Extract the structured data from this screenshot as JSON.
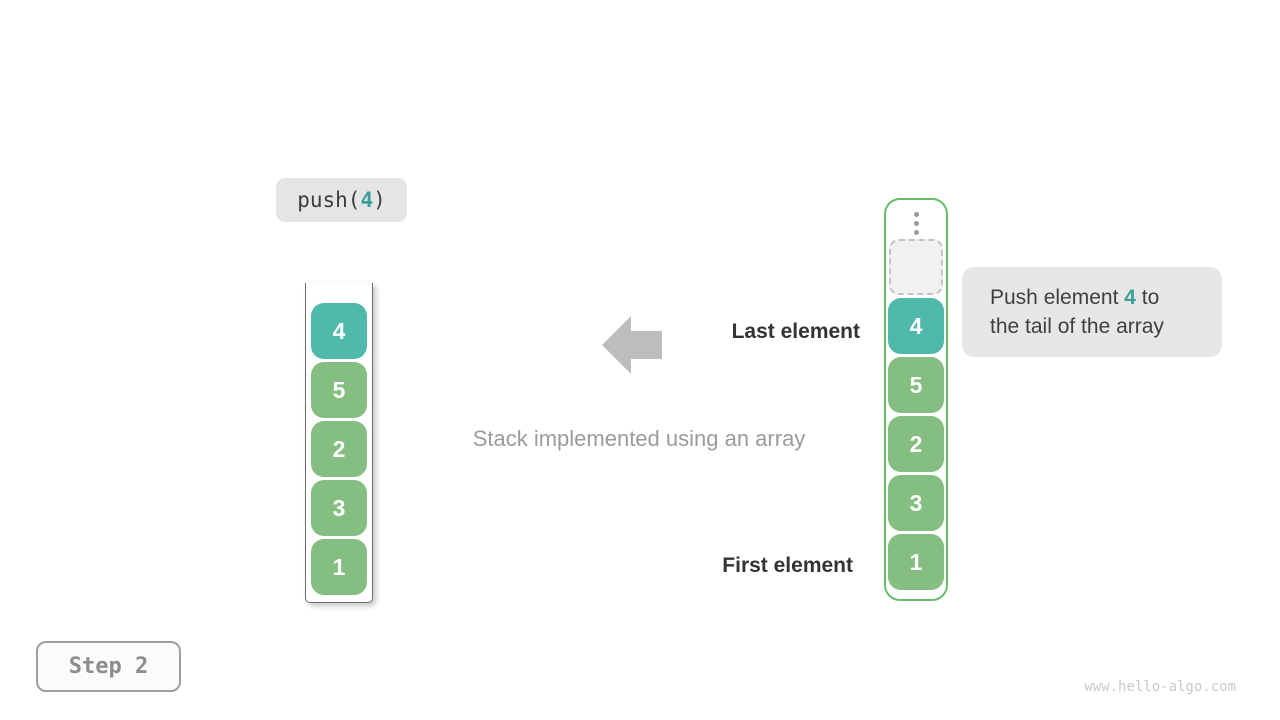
{
  "page": {
    "background": "#ffffff",
    "watermark": "www.hello-algo.com"
  },
  "colors": {
    "teal_tile": "#4FB9AC",
    "green_tile": "#85BE81",
    "array_border_green": "#68BD6B",
    "chip_bg": "#e7e7e7",
    "accent_text_teal": "#38a095",
    "dark_text": "#333333",
    "gray_text": "#9b9b9b",
    "arrow_gray": "#bdbdbd"
  },
  "operation_label": {
    "prefix": "push(",
    "arg": "4",
    "suffix": ")"
  },
  "step_badge": {
    "label": "Step 2"
  },
  "stack": {
    "items": [
      "4",
      "5",
      "2",
      "3",
      "1"
    ]
  },
  "array": {
    "items": [
      "4",
      "5",
      "2",
      "3",
      "1"
    ],
    "has_empty_slot": true,
    "has_ellipsis": true
  },
  "annotations": {
    "last_element": "Last element",
    "first_element": "First element",
    "caption": "Stack implemented using an array",
    "tooltip": {
      "line1_prefix": "Push element ",
      "value": "4",
      "line1_suffix": " to",
      "line2": "the tail of the array"
    }
  }
}
